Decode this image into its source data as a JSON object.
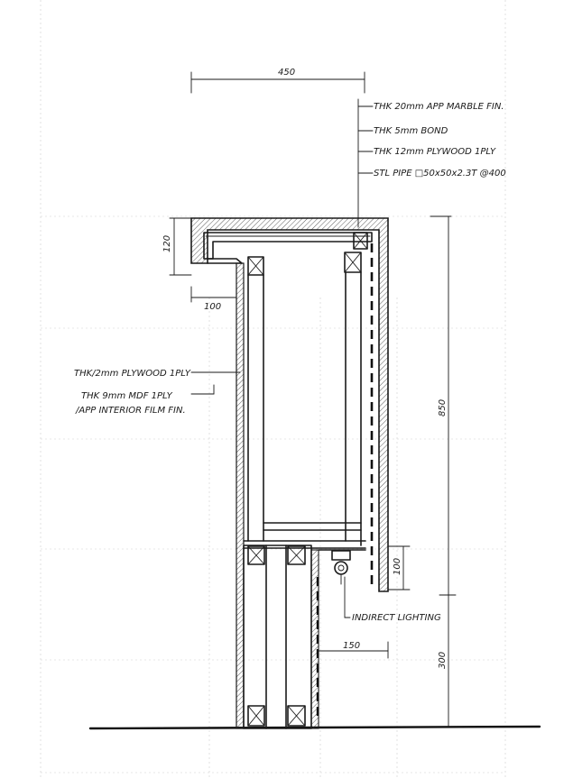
{
  "annotations": {
    "marble": "THK 20mm APP MARBLE FIN.",
    "bond": "THK 5mm BOND",
    "plywood_top": "THK 12mm PLYWOOD 1PLY",
    "stl_pipe": "STL PIPE □50x50x2.3T @400",
    "plywood_side": "THK/2mm PLYWOOD 1PLY",
    "mdf_line1": "THK 9mm MDF 1PLY",
    "mdf_line2": "/APP INTERIOR FILM FIN.",
    "lighting": "INDIRECT LIGHTING"
  },
  "dimensions": {
    "top_width": "450",
    "overhang_height": "120",
    "overhang_depth": "100",
    "total_height": "850",
    "light_height": "100",
    "recess_depth": "150",
    "base_height": "300"
  }
}
